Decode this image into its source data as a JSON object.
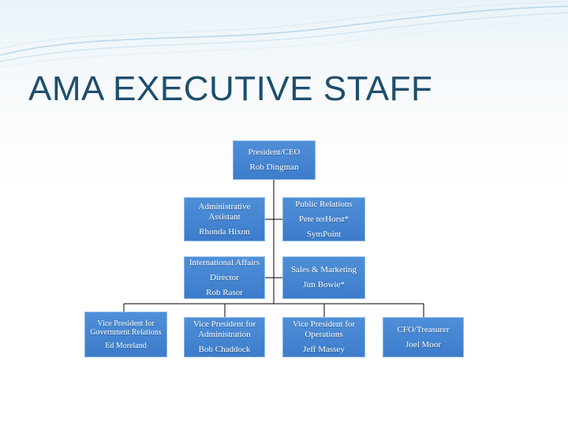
{
  "slide": {
    "title": "AMA EXECUTIVE STAFF"
  },
  "org": {
    "president": {
      "role": "President/CEO",
      "name": "Rob Dingman"
    },
    "admin_assistant": {
      "role_line1": "Administrative",
      "role_line2": "Assistant",
      "name": "Rhonda Hixon"
    },
    "public_relations": {
      "role": "Public Relations",
      "name_line1": "Pete terHorst*",
      "name_line2": "SymPoint"
    },
    "international_affairs": {
      "role_line1": "International Affairs",
      "role_line2": "Director",
      "name": "Rob Rasor"
    },
    "sales_marketing": {
      "role": "Sales & Marketing",
      "name": "Jim Bowie*"
    },
    "vp_government": {
      "role_line1": "Vice President for",
      "role_line2": "Government Relations",
      "name": "Ed Moreland"
    },
    "vp_administration": {
      "role_line1": "Vice President for",
      "role_line2": "Administration",
      "name": "Bob Chaddock"
    },
    "vp_operations": {
      "role_line1": "Vice President for",
      "role_line2": "Operations",
      "name": "Jeff Massey"
    },
    "cfo": {
      "role": "CFO/Treasurer",
      "name": "Joel Moor"
    }
  },
  "colors": {
    "title": "#1f4e6b",
    "box_fill": "#3c7ccb",
    "box_border": "#8fb6e6",
    "connector": "#000000"
  }
}
